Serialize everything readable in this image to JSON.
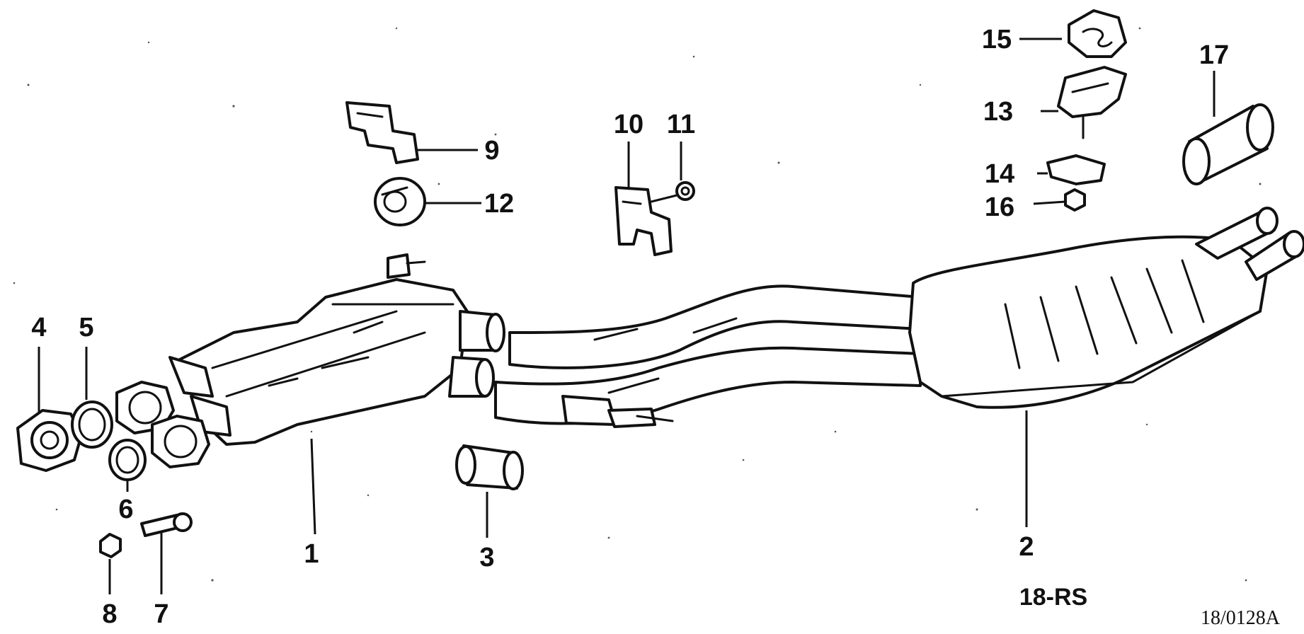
{
  "callouts": [
    "1",
    "2",
    "3",
    "4",
    "5",
    "6",
    "7",
    "8",
    "9",
    "10",
    "11",
    "12",
    "13",
    "14",
    "15",
    "16",
    "17"
  ],
  "section_label": "18-RS",
  "drawing_code": "18/0128A"
}
